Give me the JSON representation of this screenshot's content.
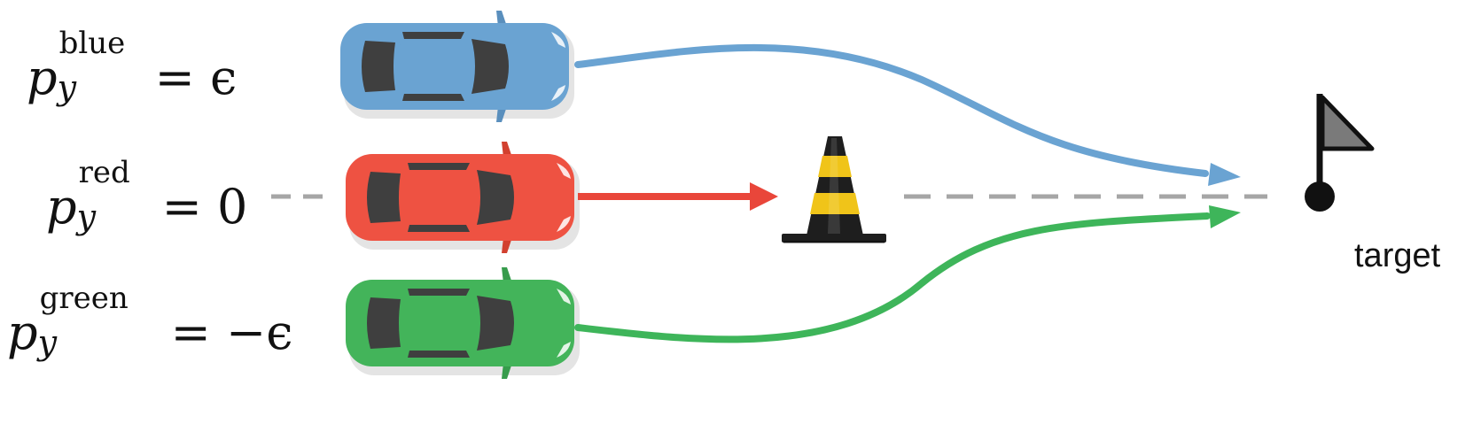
{
  "labels": {
    "blue": {
      "var": "p",
      "superscript": "blue",
      "subscript": "y",
      "rhs": "= ϵ"
    },
    "red": {
      "var": "p",
      "superscript": "red",
      "subscript": "y",
      "rhs": "= 0"
    },
    "green": {
      "var": "p",
      "superscript": "green",
      "subscript": "y",
      "rhs": "= −ϵ"
    }
  },
  "target_label": "target",
  "colors": {
    "blue_car": "#6aa3d2",
    "red_car": "#ee5242",
    "green_car": "#43b45a",
    "blue_path": "#6aa3d2",
    "red_arrow": "#e9463a",
    "green_path": "#3eb55a",
    "dashed_line": "#a6a6a6",
    "cone_black": "#1e1e1e",
    "cone_yellow": "#f0c419",
    "flag": "#7a7a7a",
    "window": "#3f3f3f"
  },
  "icons": [
    "car-icon",
    "traffic-cone-icon",
    "flag-icon"
  ]
}
